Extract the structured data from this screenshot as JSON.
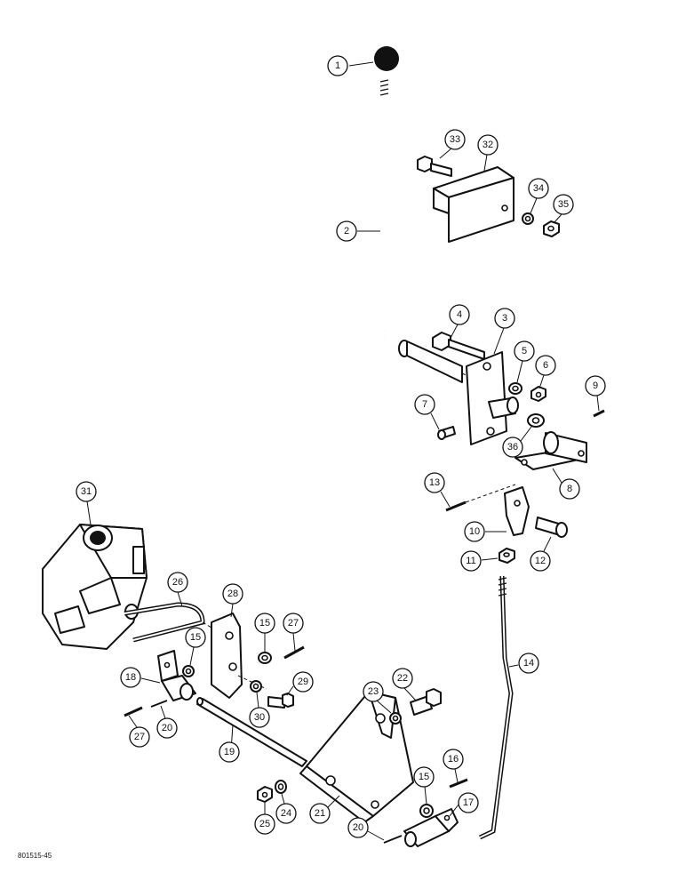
{
  "figure_ref": "801515-45",
  "callouts": [
    {
      "id": "1",
      "label": "1"
    },
    {
      "id": "2",
      "label": "2"
    },
    {
      "id": "3",
      "label": "3"
    },
    {
      "id": "4",
      "label": "4"
    },
    {
      "id": "5",
      "label": "5"
    },
    {
      "id": "6",
      "label": "6"
    },
    {
      "id": "7",
      "label": "7"
    },
    {
      "id": "8",
      "label": "8"
    },
    {
      "id": "9",
      "label": "9"
    },
    {
      "id": "10",
      "label": "10"
    },
    {
      "id": "11",
      "label": "11"
    },
    {
      "id": "12",
      "label": "12"
    },
    {
      "id": "13",
      "label": "13"
    },
    {
      "id": "14",
      "label": "14"
    },
    {
      "id": "15a",
      "label": "15"
    },
    {
      "id": "15b",
      "label": "15"
    },
    {
      "id": "15c",
      "label": "15"
    },
    {
      "id": "16",
      "label": "16"
    },
    {
      "id": "17",
      "label": "17"
    },
    {
      "id": "18",
      "label": "18"
    },
    {
      "id": "19",
      "label": "19"
    },
    {
      "id": "20a",
      "label": "20"
    },
    {
      "id": "20b",
      "label": "20"
    },
    {
      "id": "21",
      "label": "21"
    },
    {
      "id": "22",
      "label": "22"
    },
    {
      "id": "23",
      "label": "23"
    },
    {
      "id": "24",
      "label": "24"
    },
    {
      "id": "25",
      "label": "25"
    },
    {
      "id": "26",
      "label": "26"
    },
    {
      "id": "27a",
      "label": "27"
    },
    {
      "id": "27b",
      "label": "27"
    },
    {
      "id": "28",
      "label": "28"
    },
    {
      "id": "29",
      "label": "29"
    },
    {
      "id": "30",
      "label": "30"
    },
    {
      "id": "31",
      "label": "31"
    },
    {
      "id": "32",
      "label": "32"
    },
    {
      "id": "33",
      "label": "33"
    },
    {
      "id": "34",
      "label": "34"
    },
    {
      "id": "35",
      "label": "35"
    },
    {
      "id": "36",
      "label": "36"
    }
  ]
}
